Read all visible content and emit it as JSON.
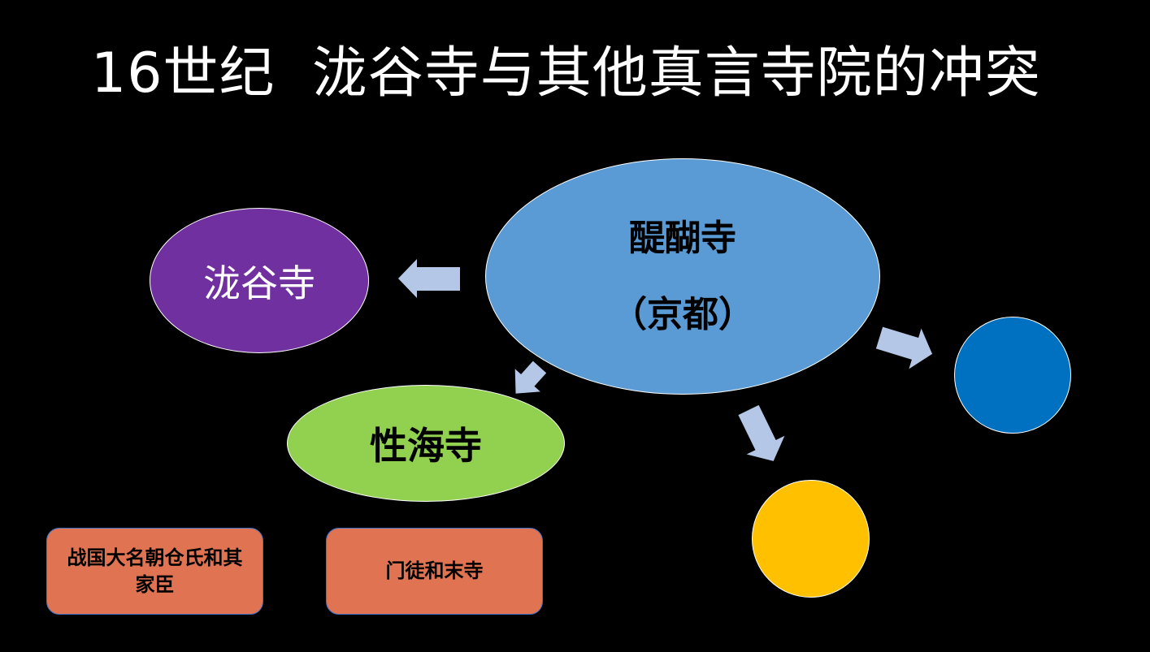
{
  "slide": {
    "title": "16世纪  泷谷寺与其他真言寺院的冲突",
    "nodes": {
      "longu": "泷谷寺",
      "daigo_line1": "醍醐寺",
      "daigo_line2": "（京都）",
      "seikai": "性海寺",
      "box1": "战国大名朝仓氏和其家臣",
      "box2": "门徒和末寺"
    },
    "colors": {
      "longu": "#7030a0",
      "daigo": "#5b9bd5",
      "seikai": "#92d050",
      "blue_circle": "#0070c0",
      "yellow_circle": "#ffc000",
      "boxes": "#e07352",
      "arrows": "#b4c7e7"
    }
  }
}
